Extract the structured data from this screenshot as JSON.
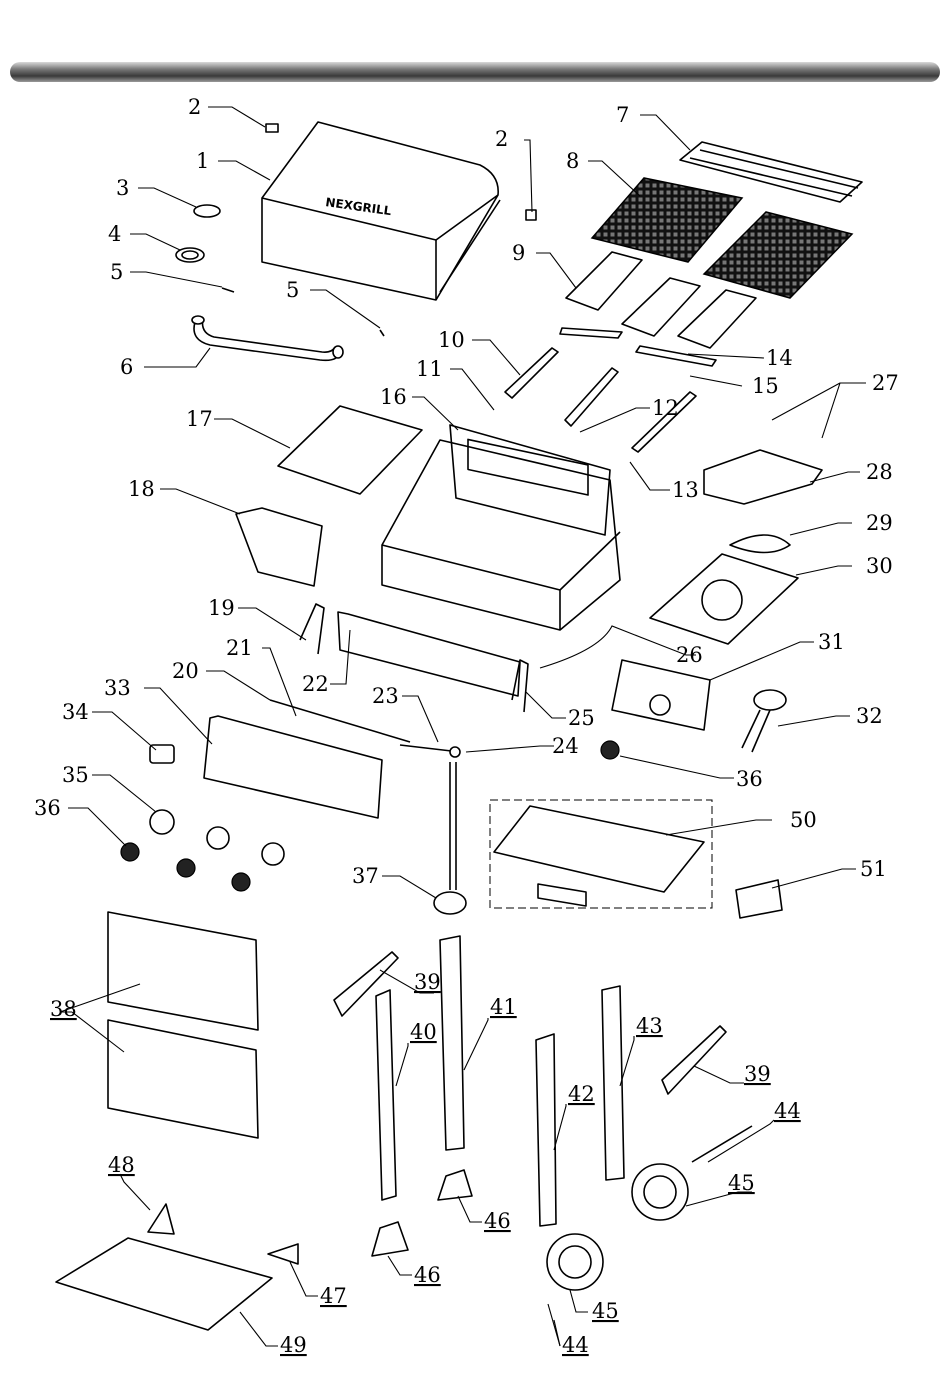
{
  "brand_mark": "NEXGRILL",
  "callouts": {
    "c1": "1",
    "c2a": "2",
    "c2b": "2",
    "c3": "3",
    "c4": "4",
    "c5a": "5",
    "c5b": "5",
    "c6": "6",
    "c7": "7",
    "c8": "8",
    "c9": "9",
    "c10": "10",
    "c11": "11",
    "c12": "12",
    "c13": "13",
    "c14": "14",
    "c15": "15",
    "c16": "16",
    "c17": "17",
    "c18": "18",
    "c19": "19",
    "c20": "20",
    "c21": "21",
    "c22": "22",
    "c23": "23",
    "c24": "24",
    "c25": "25",
    "c26": "26",
    "c27": "27",
    "c28": "28",
    "c29": "29",
    "c30": "30",
    "c31": "31",
    "c32": "32",
    "c33": "33",
    "c34": "34",
    "c35": "35",
    "c36a": "36",
    "c36b": "36",
    "c37": "37",
    "c38": "38",
    "c39a": "39",
    "c39b": "39",
    "c40": "40",
    "c41": "41",
    "c42": "42",
    "c43": "43",
    "c44a": "44",
    "c44b": "44",
    "c45a": "45",
    "c45b": "45",
    "c46a": "46",
    "c46b": "46",
    "c47": "47",
    "c48": "48",
    "c49": "49",
    "c50": "50",
    "c51": "51"
  }
}
